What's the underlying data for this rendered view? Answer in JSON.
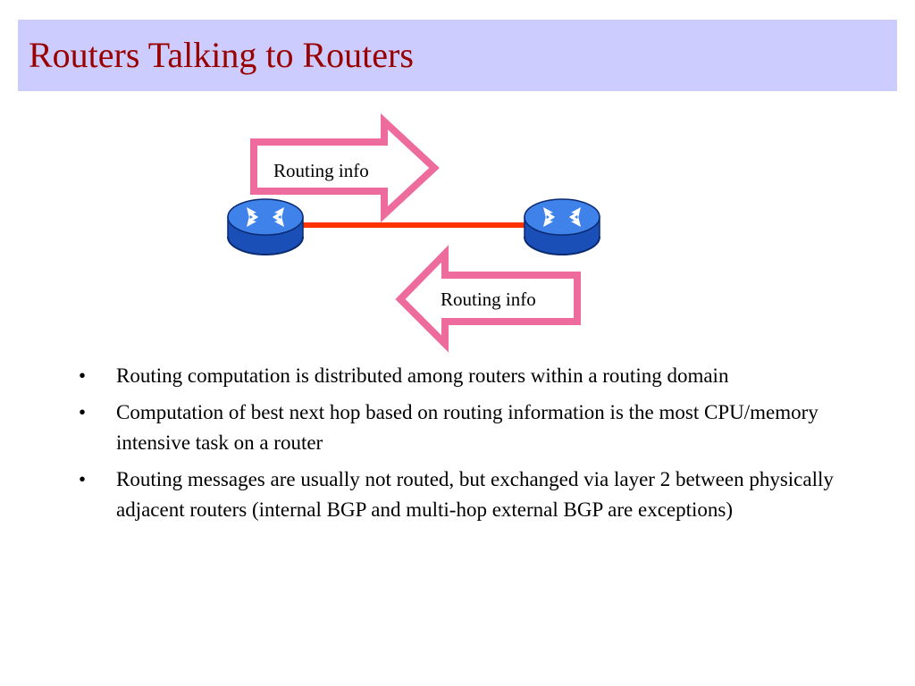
{
  "slide": {
    "title": "Routers Talking to Routers"
  },
  "diagram": {
    "arrow_right_label": "Routing info",
    "arrow_left_label": "Routing info",
    "colors": {
      "arrow_outline": "#ee6b9e",
      "link": "#ff3300",
      "router_body": "#1f5fd6",
      "router_top": "#4d8ef0",
      "title_bar": "#ccccff",
      "title_text": "#990000"
    }
  },
  "bullets": [
    {
      "marker": "•",
      "text": "Routing computation is distributed among routers within a routing domain"
    },
    {
      "marker": "•",
      "text": "Computation of best next hop based on routing information is the most CPU/memory intensive task on a router"
    },
    {
      "marker": "•",
      "text": "Routing messages are usually not routed, but exchanged via layer 2 between physically adjacent routers (internal BGP and multi-hop external BGP are exceptions)"
    }
  ]
}
